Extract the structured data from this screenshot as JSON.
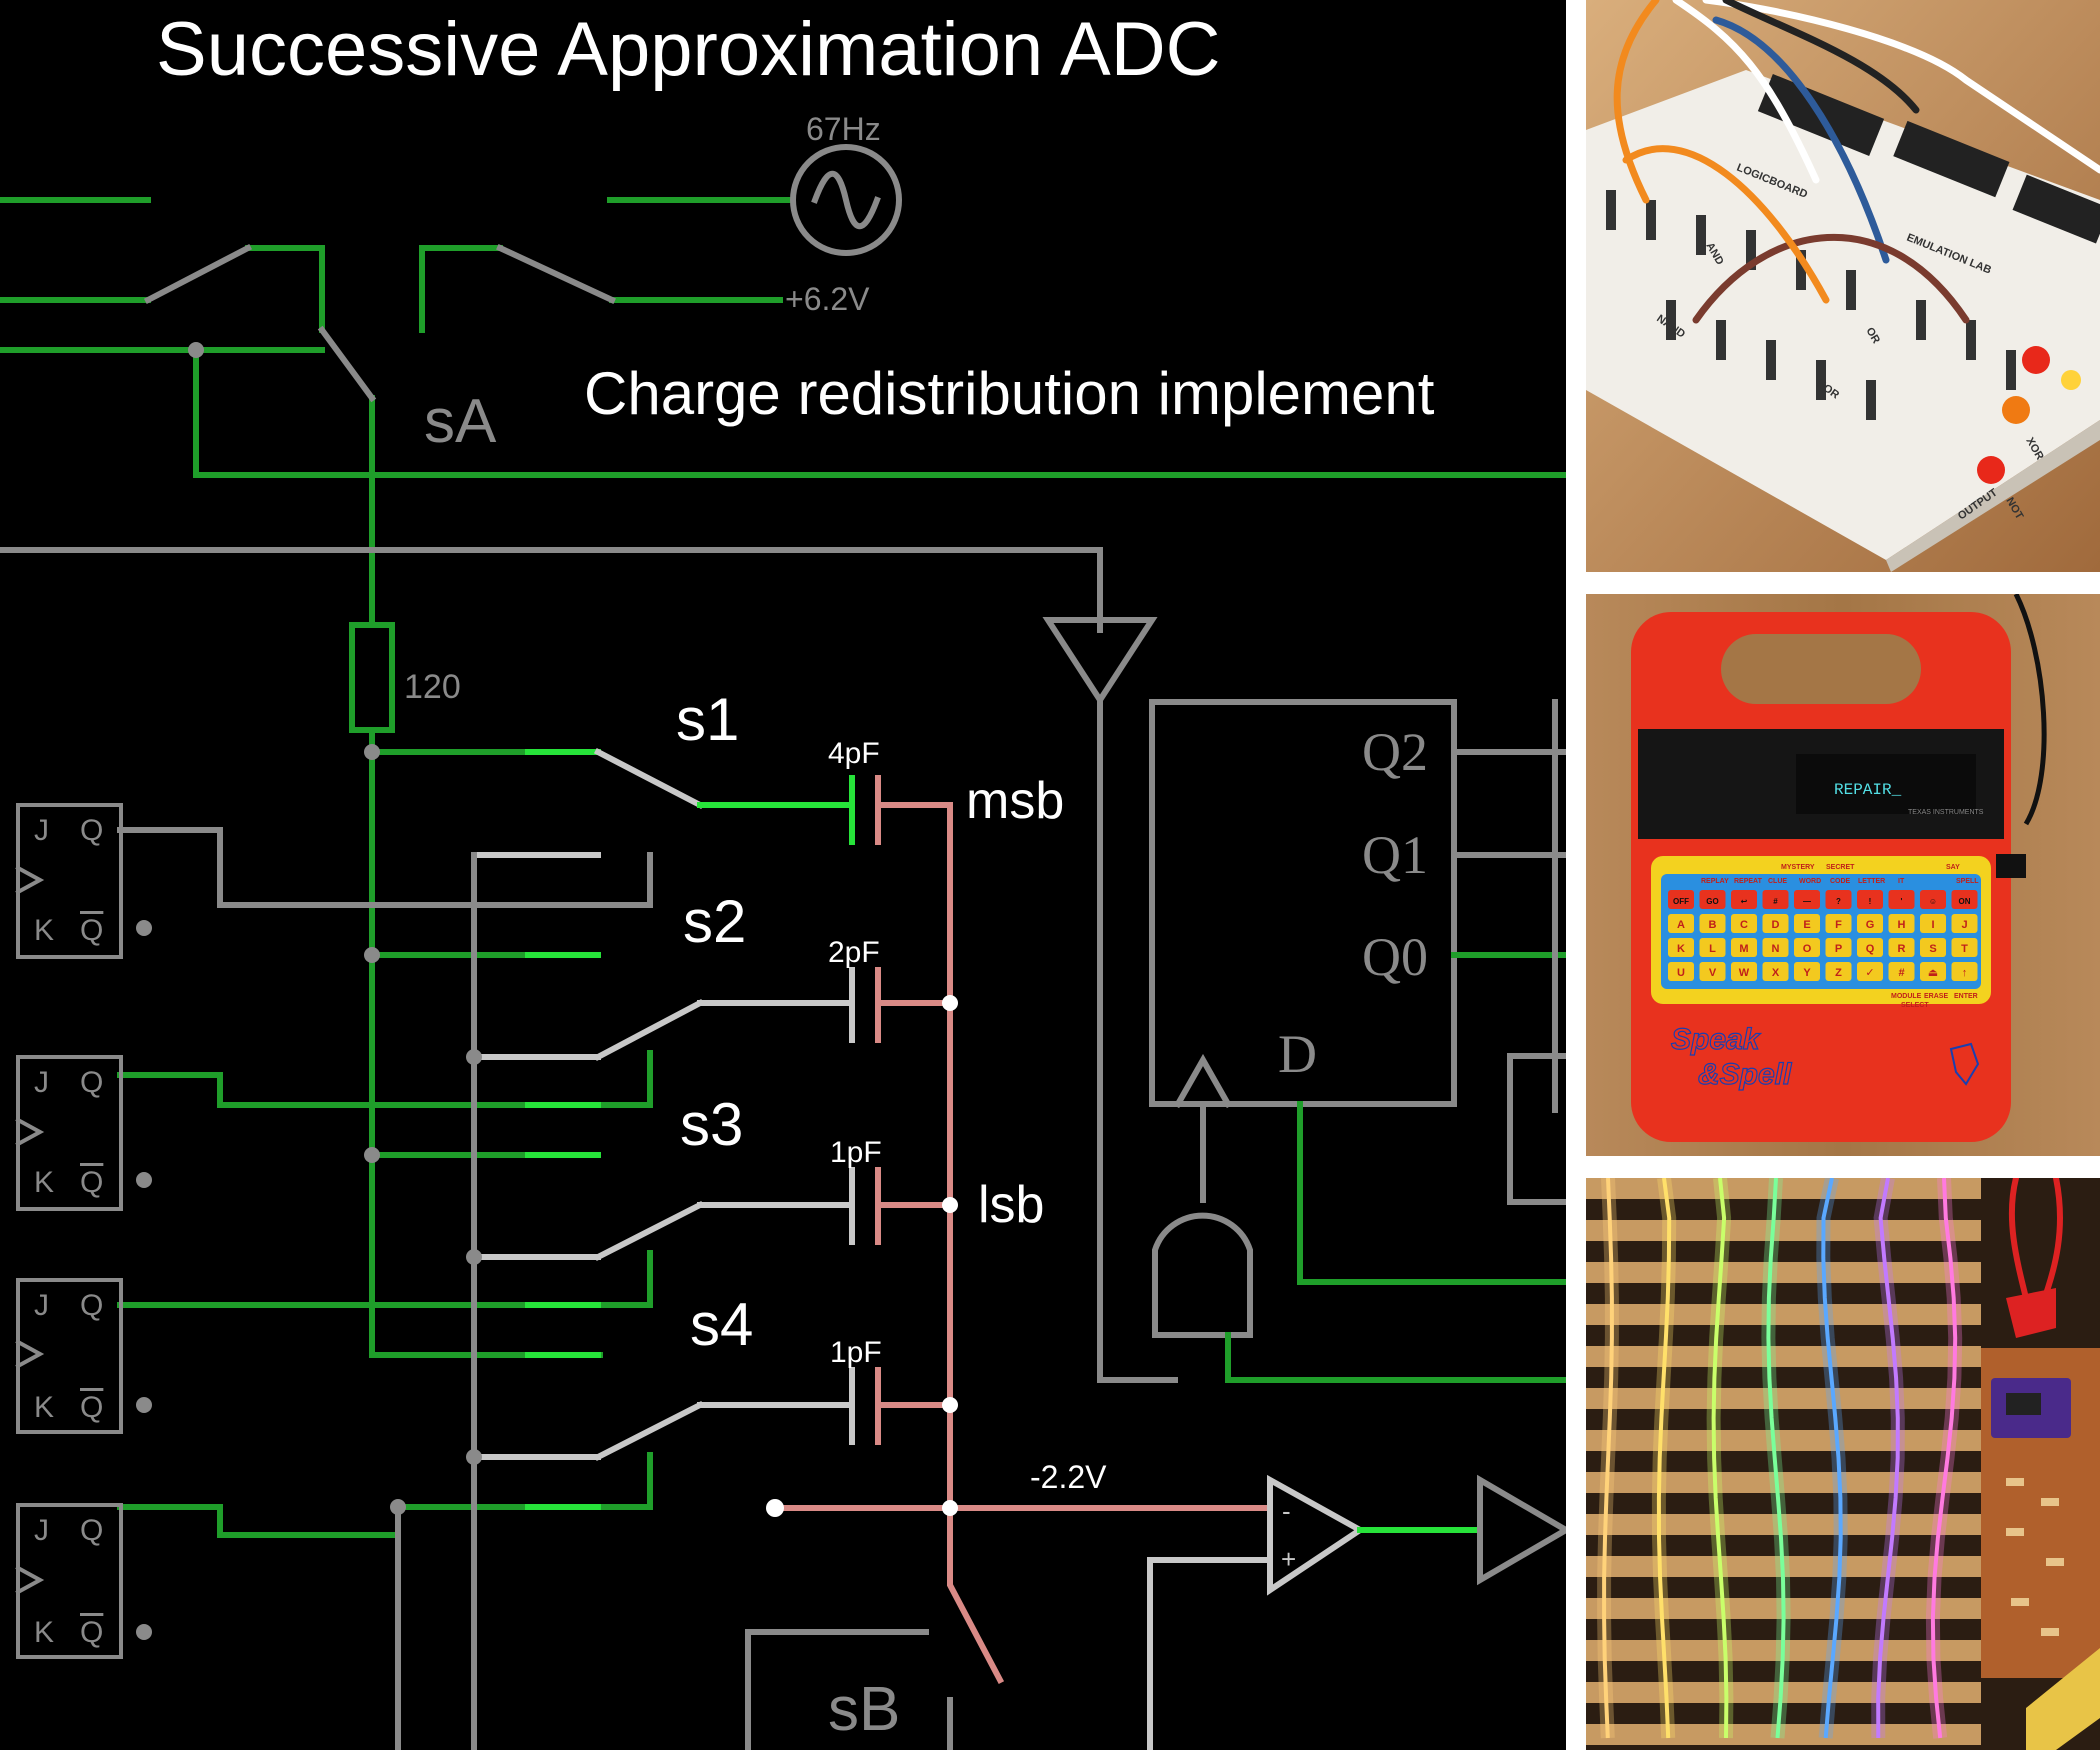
{
  "circuit": {
    "title": "Successive Approximation ADC",
    "subtitle": "Charge redistribution implement",
    "source": {
      "freq": "67Hz",
      "voltage": "+6.2V"
    },
    "switches": {
      "sA": "sA",
      "sB": "sB",
      "s1": "s1",
      "s2": "s2",
      "s3": "s3",
      "s4": "s4"
    },
    "resistor": "120",
    "caps": [
      "4pF",
      "2pF",
      "1pF",
      "1pF"
    ],
    "bits": {
      "msb": "msb",
      "lsb": "lsb"
    },
    "node_voltage": "-2.2V",
    "comparator": {
      "minus": "-",
      "plus": "+"
    },
    "register": {
      "q2": "Q2",
      "q1": "Q1",
      "q0": "Q0",
      "d": "D"
    },
    "flipflop": {
      "j": "J",
      "q": "Q",
      "k": "K",
      "qbar": "Q"
    },
    "colors": {
      "green": "#1f9e2a",
      "bright_green": "#27e33a",
      "gray": "#8a8a8a",
      "light_gray": "#c8c8c8",
      "pink": "#d98a86"
    }
  },
  "photos": {
    "board": {
      "labels": [
        "LOGICBOARD",
        "AND",
        "OR",
        "NAND",
        "NOR",
        "XOR",
        "NOT",
        "OUTPUT",
        "EMULATION LAB"
      ]
    },
    "speak": {
      "display": "REPAIR_",
      "brand": "TEXAS INSTRUMENTS",
      "logo_top": "Speak",
      "logo_bottom": "&Spell",
      "func_labels": [
        "MYSTERY",
        "SECRET",
        "SAY",
        "REPLAY",
        "REPEAT",
        "CLUE",
        "WORD",
        "CODE",
        "LETTER",
        "IT",
        "SPELL",
        "MODULE",
        "ERASE",
        "ENTER",
        "SELECT"
      ],
      "key_rows": [
        [
          "OFF",
          "GO",
          "↩",
          "#",
          "—",
          "?",
          "!",
          "'",
          "☺",
          "ON"
        ],
        [
          "A",
          "B",
          "C",
          "D",
          "E",
          "F",
          "G",
          "H",
          "I",
          "J"
        ],
        [
          "K",
          "L",
          "M",
          "N",
          "O",
          "P",
          "Q",
          "R",
          "S",
          "T"
        ],
        [
          "U",
          "V",
          "W",
          "X",
          "Y",
          "Z",
          "✓",
          "#",
          "⏏",
          "↑"
        ]
      ]
    },
    "leds": {
      "strip_colors": [
        "#ffd27a",
        "#ffe06a",
        "#c9ff6a",
        "#7aff9a",
        "#5aa8ff",
        "#c27aff",
        "#ff7ae0"
      ]
    }
  }
}
